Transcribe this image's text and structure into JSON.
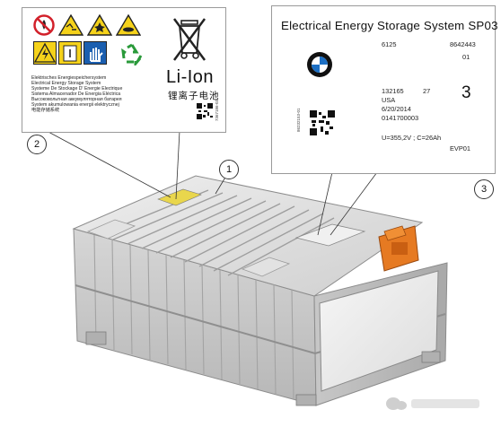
{
  "warning_label": {
    "liion": "Li-Ion",
    "liion_cn": "锂离子电池",
    "lines": [
      "Elektrisches Energiespeichersystem",
      "Electrical Energy Storage System",
      "Systeme De Stockage D' Energie Electrique",
      "Sistema Almacenador De Energia Eléctrica",
      "Высоковольтная аккумуляторная батарея",
      "System akumulowania energii elektrycznej",
      "电能存储系统"
    ],
    "vertical_code": "7367186-02"
  },
  "id_label": {
    "title": "Electrical Energy Storage System SP03",
    "code_6125": "6125",
    "part_number": "8642443",
    "index": "01",
    "serial": "132165",
    "week": "27",
    "big_digit": "3",
    "country": "USA",
    "date": "6/20/2014",
    "number": "0141700003",
    "voltage_capacity": "U=355,2V ; C=26Ah",
    "evp": "EVP01",
    "vertical_code": "86232153-01"
  },
  "callouts": {
    "c1": "1",
    "c2": "2",
    "c3": "3"
  }
}
